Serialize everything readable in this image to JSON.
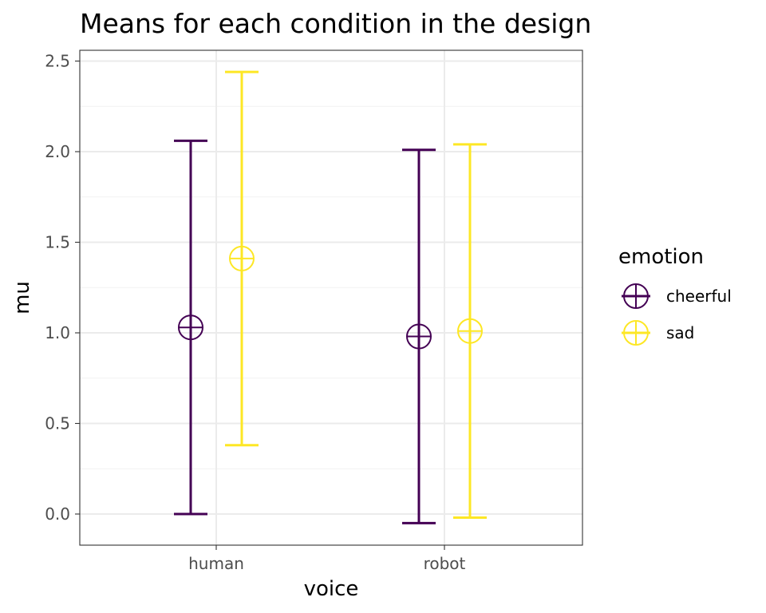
{
  "chart_data": {
    "type": "errorbar",
    "title": "Means for each condition in the design",
    "xlabel": "voice",
    "ylabel": "mu",
    "categories": [
      "human",
      "robot"
    ],
    "ylim": [
      -0.17,
      2.56
    ],
    "yticks": [
      0.0,
      0.5,
      1.0,
      1.5,
      2.0,
      2.5
    ],
    "ytick_labels": [
      "0.0",
      "0.5",
      "1.0",
      "1.5",
      "2.0",
      "2.5"
    ],
    "grid": true,
    "legend": {
      "title": "emotion",
      "position": "right"
    },
    "series": [
      {
        "name": "cheerful",
        "color": "#440154",
        "points": [
          {
            "x": "human",
            "mean": 1.03,
            "lower": 0.0,
            "upper": 2.06
          },
          {
            "x": "robot",
            "mean": 0.98,
            "lower": -0.05,
            "upper": 2.01
          }
        ]
      },
      {
        "name": "sad",
        "color": "#FDE725",
        "points": [
          {
            "x": "human",
            "mean": 1.41,
            "lower": 0.38,
            "upper": 2.44
          },
          {
            "x": "robot",
            "mean": 1.01,
            "lower": -0.02,
            "upper": 2.04
          }
        ]
      }
    ]
  }
}
